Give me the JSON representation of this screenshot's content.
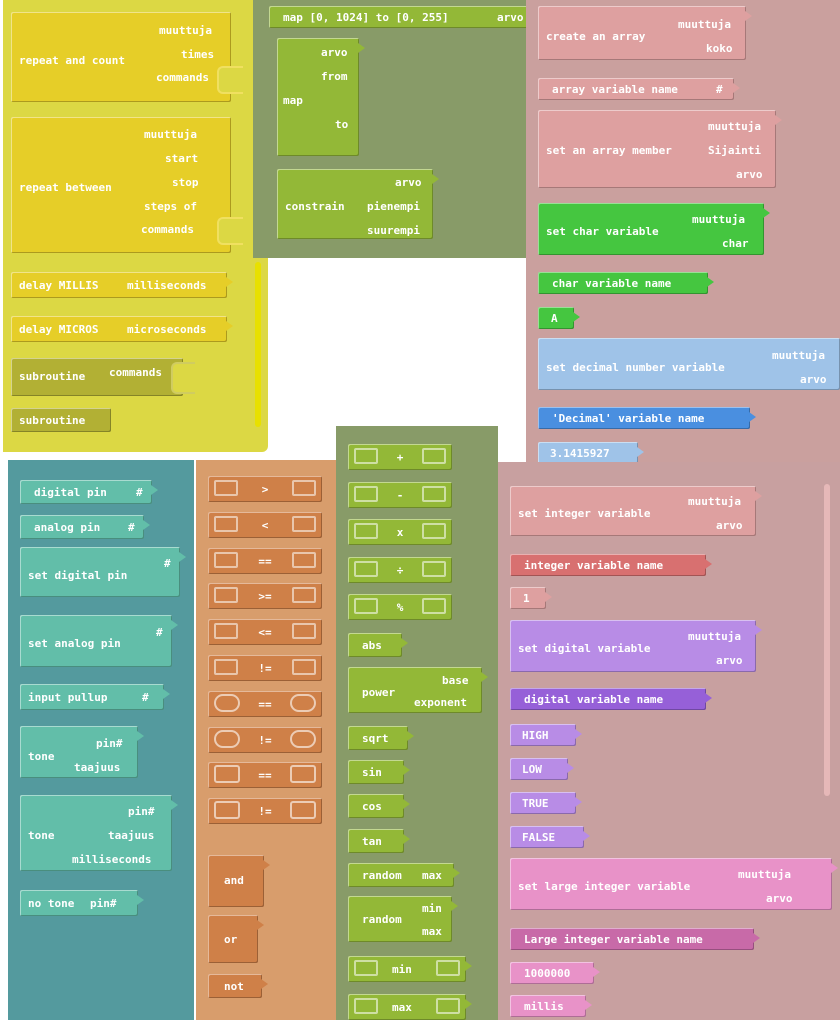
{
  "colors": {
    "yellow_bg": "#dcd844",
    "yellow_blk": "#e6ce28",
    "olive_blk": "#b2b034",
    "green_bg": "#889b68",
    "green_blk": "#93b837",
    "rose_bg": "#caa09e",
    "rose_blk": "#dea0a0",
    "teal_bg": "#549a9e",
    "teal_blk": "#62bea9",
    "orange_bg": "#d89d6c",
    "orange_blk": "#cf8048",
    "math_bg": "#889b68",
    "pink_bg": "#c8a0a0",
    "purple_blk": "#b88ce6",
    "pink_blk": "#e892c8",
    "blue_blk": "#9fc3e8",
    "brightgreen_blk": "#45c640"
  },
  "yellow": {
    "repeat_count": "repeat and count",
    "rc_muuttuja": "muuttuja",
    "rc_times": "times",
    "rc_commands": "commands",
    "repeat_between": "repeat between",
    "rb_muuttuja": "muuttuja",
    "rb_start": "start",
    "rb_stop": "stop",
    "rb_steps": "steps of",
    "rb_commands": "commands",
    "delay_millis": "delay MILLIS",
    "delay_millis_unit": "milliseconds",
    "delay_micros": "delay MICROS",
    "delay_micros_unit": "microseconds",
    "subroutine1": "subroutine",
    "subroutine1_commands": "commands",
    "subroutine2": "subroutine"
  },
  "green": {
    "map_simple": "map [0, 1024] to [0, 255]",
    "map_simple_arvo": "arvo",
    "map": "map",
    "map_arvo": "arvo",
    "map_from": "from",
    "map_to": "to",
    "constrain": "constrain",
    "c_arvo": "arvo",
    "c_pienempi": "pienempi",
    "c_suurempi": "suurempi"
  },
  "rose": {
    "create_array": "create an array",
    "ca_muuttuja": "muuttuja",
    "ca_koko": "koko",
    "array_name": "array variable name",
    "array_hash": "#",
    "set_array": "set an array member",
    "sa_muuttuja": "muuttuja",
    "sa_sijainti": "Sijainti",
    "sa_arvo": "arvo",
    "set_char": "set char variable",
    "sc_muuttuja": "muuttuja",
    "sc_char": "char",
    "char_name": "char variable name",
    "char_value": "A",
    "set_decimal": "set decimal number variable",
    "sd_muuttuja": "muuttuja",
    "sd_arvo": "arvo",
    "decimal_name": "'Decimal' variable name",
    "decimal_value": "3.1415927"
  },
  "teal": {
    "digital_pin": "digital pin",
    "digital_pin_hash": "#",
    "analog_pin": "analog pin",
    "analog_pin_hash": "#",
    "set_digital": "set digital pin",
    "set_digital_hash": "#",
    "set_analog": "set analog pin",
    "set_analog_hash": "#",
    "input_pullup": "input pullup",
    "input_pullup_hash": "#",
    "tone1": "tone",
    "tone1_pin": "pin#",
    "tone1_taajuus": "taajuus",
    "tone2": "tone",
    "tone2_pin": "pin#",
    "tone2_taajuus": "taajuus",
    "tone2_ms": "milliseconds",
    "no_tone": "no tone",
    "no_tone_pin": "pin#"
  },
  "logic": {
    "ops": [
      ">",
      "<",
      "==",
      ">=",
      "<=",
      "!=",
      "==",
      "!=",
      "==",
      "!="
    ],
    "and": "and",
    "or": "or",
    "not": "not"
  },
  "math": {
    "ops": [
      "+",
      "-",
      "x",
      "÷",
      "%"
    ],
    "abs": "abs",
    "power": "power",
    "power_base": "base",
    "power_exponent": "exponent",
    "sqrt": "sqrt",
    "sin": "sin",
    "cos": "cos",
    "tan": "tan",
    "random_max": "random",
    "random_max_label": "max",
    "random": "random",
    "random_min": "min",
    "random_max2": "max",
    "min": "min",
    "max": "max"
  },
  "vars": {
    "set_integer": "set integer variable",
    "si_muuttuja": "muuttuja",
    "si_arvo": "arvo",
    "integer_name": "integer variable name",
    "integer_value": "1",
    "set_digital_var": "set digital variable",
    "sdv_muuttuja": "muuttuja",
    "sdv_arvo": "arvo",
    "digital_var_name": "digital variable name",
    "high": "HIGH",
    "low": "LOW",
    "true": "TRUE",
    "false": "FALSE",
    "set_large": "set large integer variable",
    "sl_muuttuja": "muuttuja",
    "sl_arvo": "arvo",
    "large_name": "Large integer variable name",
    "large_value": "1000000",
    "millis": "millis"
  }
}
